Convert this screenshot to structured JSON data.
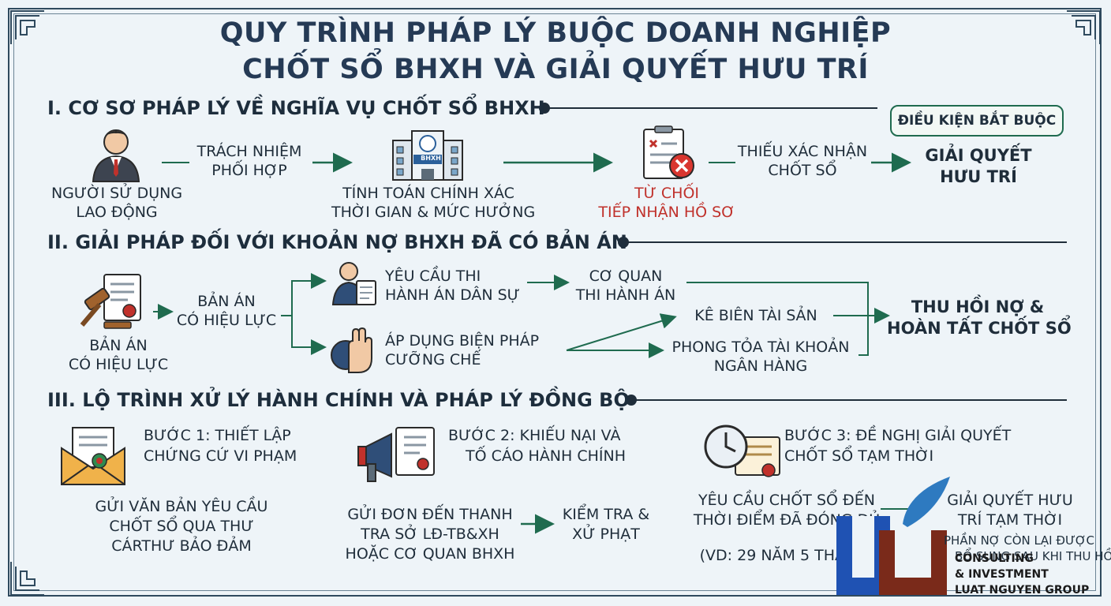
{
  "title": {
    "line1": "QUY TRÌNH PHÁP LÝ BUỘC DOANH NGHIỆP",
    "line2": "CHỐT SỔ BHXH VÀ GIẢI QUYẾT HƯU TRÍ"
  },
  "section1": {
    "heading": "I. CƠ SƠ PHÁP LÝ VỀ NGHĨA VỤ CHỐT SỔ BHXH",
    "badge": "ĐIỀU KIỆN BẮT BUỘC",
    "employer": [
      "NGƯỜI SỬ DỤNG",
      "LAO ĐỘNG"
    ],
    "duty": [
      "TRÁCH NHIỆM",
      "PHỐI HỢP"
    ],
    "office_sign": "BHXH",
    "calc": [
      "TÍNH TOÁN CHÍNH XÁC",
      "THỜI GIAN & MỨC HƯỞNG"
    ],
    "reject": [
      "TỪ CHỐI",
      "TIẾP NHẬN HỒ SƠ"
    ],
    "missing": [
      "THIẾU XÁC NHẬN",
      "CHỐT SỔ"
    ],
    "retire": [
      "GIẢI QUYẾT",
      "HƯU TRÍ"
    ]
  },
  "section2": {
    "heading": "II. GIẢI PHÁP ĐỐI VỚI KHOẢN NỢ BHXH ĐÃ CÓ BẢN ÁN",
    "judgment_icon": [
      "BẢN ÁN",
      "CÓ HIỆU LỰC"
    ],
    "judgment": [
      "BẢN ÁN",
      "CÓ HIỆU LỰC"
    ],
    "civil": [
      "YÊU CẦU THI",
      "HÀNH ÁN DÂN SỰ"
    ],
    "agency": [
      "CƠ QUAN",
      "THI HÀNH ÁN"
    ],
    "enforce": [
      "ÁP DỤNG BIỆN PHÁP",
      "CƯỠNG CHẾ"
    ],
    "seize": "KÊ BIÊN TÀI SẢN",
    "freeze": [
      "PHONG TỎA TÀI KHOẢN",
      "NGÂN HÀNG"
    ],
    "recover": [
      "THU HỒI NỢ &",
      "HOÀN TẤT CHỐT SỔ"
    ]
  },
  "section3": {
    "heading": "III. LỘ TRÌNH XỬ LÝ HÀNH CHÍNH VÀ PHÁP LÝ ĐỒNG BỘ",
    "step1": [
      "BƯỚC 1: THIẾT LẬP",
      "CHỨNG CỨ VI PHẠM"
    ],
    "step1_detail": [
      "GỬI VĂN BẢN YÊU CẦU",
      "CHỐT SỔ QUA THƯ",
      "CÁRTHƯ BẢO ĐẢM"
    ],
    "step2": [
      "BƯỚC 2: KHIẾU NẠI VÀ",
      "TỐ CÁO HÀNH CHÍNH"
    ],
    "step2_detail": [
      "GỬI ĐƠN ĐẾN THANH",
      "TRA SỞ LĐ-TB&XH",
      "HOẶC CƠ QUAN BHXH"
    ],
    "step2_result": [
      "KIỂM TRA &",
      "XỬ PHẠT"
    ],
    "step3": [
      "BƯỚC 3: ĐỀ NGHỊ GIẢI QUYẾT",
      "CHỐT SỔ TẠM THỜI"
    ],
    "step3_detail": [
      "YÊU CẦU CHỐT SỔ ĐẾN",
      "THỜI ĐIỂM ĐÃ ĐÓNG ĐỦ"
    ],
    "step3_example": "(VD: 29 NĂM 5 THÁNG)",
    "step3_result": [
      "GIẢI QUYẾT HƯU",
      "TRÍ TẠM THỜI"
    ],
    "step3_note": [
      "PHẦN NỢ CÒN LẠI ĐƯỢC",
      "BỔ SUNG SAU KHI THU HỒI"
    ]
  },
  "logo": {
    "line1": "CONSULTING",
    "line2": "& INVESTMENT",
    "line3": "LUAT NGUYEN GROUP"
  },
  "colors": {
    "accent": "#1f6b4f",
    "title": "#253a55",
    "danger": "#c0312b"
  }
}
